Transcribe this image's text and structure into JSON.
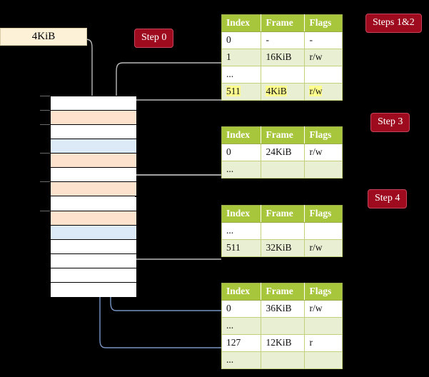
{
  "labels": {
    "step0": "Step 0",
    "steps12": "Steps 1&2",
    "step3": "Step 3",
    "step4": "Step 4",
    "kib_box": "4KiB"
  },
  "columns": [
    "Index",
    "Frame",
    "Flags"
  ],
  "tables": [
    {
      "id": "table-steps-1-2",
      "rows": [
        {
          "index": "0",
          "frame": "-",
          "flags": "-",
          "alt": false,
          "highlight": false
        },
        {
          "index": "1",
          "frame": "16KiB",
          "flags": "r/w",
          "alt": true,
          "highlight": false
        },
        {
          "index": "...",
          "frame": "",
          "flags": "",
          "alt": false,
          "highlight": false
        },
        {
          "index": "511",
          "frame": "4KiB",
          "flags": "r/w",
          "alt": true,
          "highlight": true
        }
      ]
    },
    {
      "id": "table-step-3",
      "rows": [
        {
          "index": "0",
          "frame": "24KiB",
          "flags": "r/w",
          "alt": false,
          "highlight": false
        },
        {
          "index": "...",
          "frame": "",
          "flags": "",
          "alt": true,
          "highlight": false
        }
      ]
    },
    {
      "id": "table-step-4",
      "rows": [
        {
          "index": "...",
          "frame": "",
          "flags": "",
          "alt": false,
          "highlight": false
        },
        {
          "index": "511",
          "frame": "32KiB",
          "flags": "r/w",
          "alt": true,
          "highlight": false
        }
      ]
    },
    {
      "id": "table-final",
      "rows": [
        {
          "index": "0",
          "frame": "36KiB",
          "flags": "r/w",
          "alt": false,
          "highlight": false
        },
        {
          "index": "...",
          "frame": "",
          "flags": "",
          "alt": true,
          "highlight": false
        },
        {
          "index": "127",
          "frame": "12KiB",
          "flags": "r",
          "alt": false,
          "highlight": false
        },
        {
          "index": "...",
          "frame": "",
          "flags": "",
          "alt": true,
          "highlight": false
        }
      ]
    }
  ],
  "memory_bar": {
    "rows": [
      {
        "fill": "white"
      },
      {
        "fill": "peach"
      },
      {
        "fill": "white"
      },
      {
        "fill": "blue"
      },
      {
        "fill": "peach"
      },
      {
        "fill": "white"
      },
      {
        "fill": "peach"
      },
      {
        "fill": "white"
      },
      {
        "fill": "peach"
      },
      {
        "fill": "blue"
      },
      {
        "fill": "white"
      },
      {
        "fill": "white"
      },
      {
        "fill": "white"
      },
      {
        "fill": "white"
      }
    ]
  },
  "colors": {
    "background": "#000000",
    "badge": "#9e0b1f",
    "table_header": "#a8c63c",
    "table_alt_row": "#e9efd2",
    "highlight": "#ffff8d",
    "frame_peach": "#fde3cd",
    "frame_blue": "#dce9f7",
    "wire_gray": "#b9b9b9",
    "wire_blue": "#7796c4",
    "kib_box": "#fdf1d8"
  }
}
